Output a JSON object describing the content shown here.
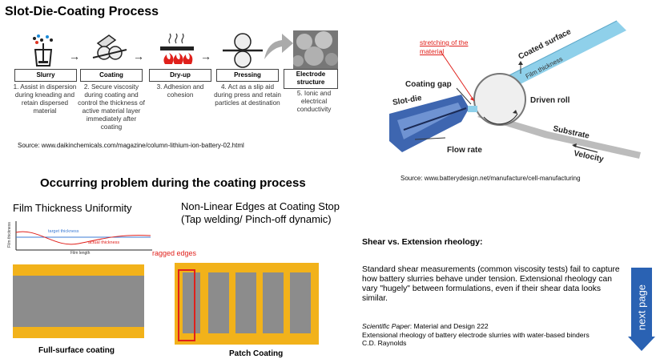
{
  "title": "Slot-Die-Coating Process",
  "steps": [
    {
      "label": "Slurry",
      "desc": "1. Assist in dispersion during kneading and retain dispersed material"
    },
    {
      "label": "Coating",
      "desc": "2. Secure viscosity during coating and control the thickness of active material layer immediately after coating"
    },
    {
      "label": "Dry-up",
      "desc": "3. Adhesion and cohesion"
    },
    {
      "label": "Pressing",
      "desc": "4. Act as a slip aid during press and retain particles at destination"
    },
    {
      "label": "Electrode structure",
      "desc": "5. Ionic and electrical conductivity"
    }
  ],
  "source_left": "Source: www.daikinchemicals.com/magazine/column-lithium-ion-battery-02.html",
  "diagram": {
    "stretch_label": "stretching of the material",
    "coating_gap": "Coating gap",
    "slot_die": "Slot-die",
    "flow_rate": "Flow rate",
    "driven_roll": "Driven roll",
    "coated_surface": "Coated surface",
    "film_thickness": "Film thickness",
    "substrate": "Substrate",
    "velocity": "Velocity"
  },
  "source_right": "Source: www.batterydesign.net/manufacture/cell-manufacturing",
  "problem_heading": "Occurring problem during the coating process",
  "film_uniformity": {
    "heading": "Film Thickness Uniformity",
    "target": "target thickness",
    "actual": "actual thickness",
    "ylabel": "Film thickness",
    "xlabel": "Film length",
    "caption": "Full-surface coating"
  },
  "nonlinear": {
    "heading_line1": "Non-Linear Edges at Coating Stop",
    "heading_line2": "(Tap welding/ Pinch-off dynamic)",
    "ragged": "ragged edges",
    "caption": "Patch Coating"
  },
  "rheology": {
    "heading": "Shear vs. Extension rheology:",
    "body": "Standard shear measurements (common viscosity tests) fail to capture how battery slurries behave under tension. Extensional rheology can vary \"hugely\" between formulations, even if their shear data looks similar.",
    "paper_label": "Scientific Paper",
    "paper_journal": ": Material and Design 222",
    "paper_title": "Extensional rheology of battery electrode slurries with water-based binders",
    "paper_author": "C.D. Raynolds"
  },
  "next_page": "next page",
  "colors": {
    "accent_red": "#e0201b",
    "coating_yellow": "#f2b21a",
    "coating_grey": "#8c8c8c",
    "next_blue": "#2a62b3"
  }
}
